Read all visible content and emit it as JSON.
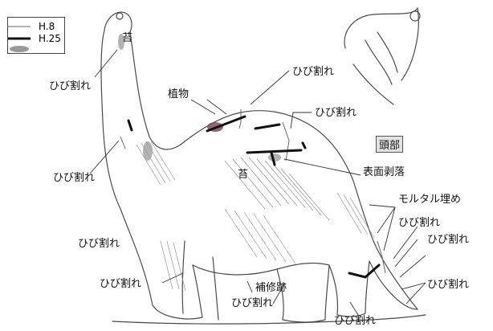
{
  "legend": {
    "items": [
      {
        "label": "H.8",
        "symbol": "thin-line",
        "color": "#666666"
      },
      {
        "label": "H.25",
        "symbol": "thick-line",
        "color": "#111111"
      },
      {
        "label": "",
        "symbol": "ellipse",
        "color": "#999999"
      }
    ]
  },
  "labels": {
    "koke_top": "苔",
    "crack_neck_upper": "ひび割れ",
    "plants": "植物",
    "crack_back_top": "ひび割れ",
    "crack_back_right": "ひび割れ",
    "head_section": "頭部",
    "koke_body": "苔",
    "surface_peeling": "表面剥落",
    "mortar_fill": "モルタル埋め",
    "crack_neck_lower": "ひび割れ",
    "crack_chest": "ひび割れ",
    "crack_front_leg": "ひび割れ",
    "repair_mark": "補修跡",
    "crack_belly": "ひび割れ",
    "crack_hind_leg": "ひび割れ",
    "crack_tail_1": "ひび割れ",
    "crack_tail_2": "ひび割れ",
    "crack_tail_3": "ひび割れ"
  },
  "colors": {
    "sketch_line": "#4a4a4a",
    "hatch": "#8a8a8a",
    "crack_thin": "#666666",
    "crack_thick": "#111111",
    "moss": "#9a9a9a",
    "plant": "#7a4a5a"
  }
}
